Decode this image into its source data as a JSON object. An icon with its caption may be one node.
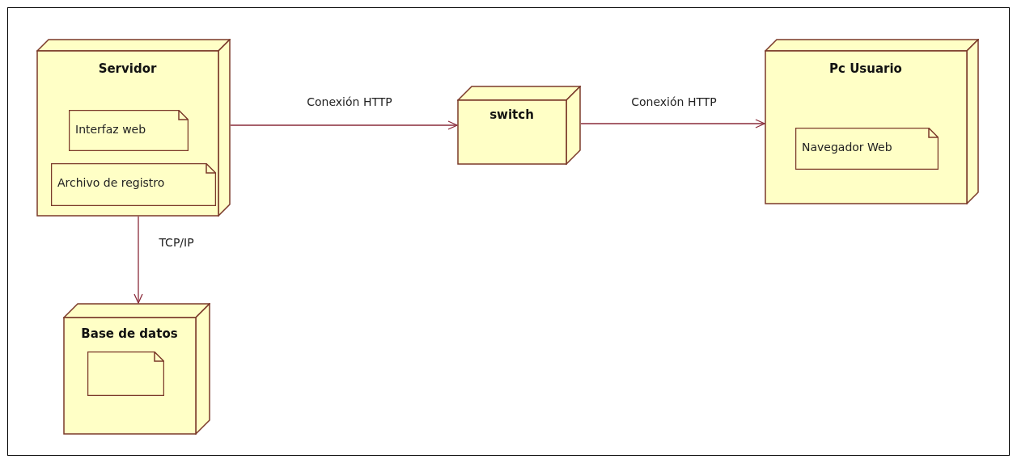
{
  "diagram": {
    "nodes": [
      {
        "text": [
          "Servidor"
        ]
      },
      {
        "text": [
          "Interfaz web"
        ],
        "in": 0
      },
      {
        "text": [
          "Archivo de registro"
        ],
        "in": 0
      },
      {
        "text": [
          "switch"
        ]
      },
      {
        "text": [
          "Pc Usuario"
        ]
      },
      {
        "text": [
          "Navegador Web"
        ],
        "in": 4
      },
      {
        "text": [
          "Base de datos"
        ]
      },
      {
        "text": [],
        "shape": "note",
        "in": 6
      }
    ],
    "edges": [
      {
        "from": 0,
        "to": 3,
        "arrow": "to",
        "label": "Conexión HTTP"
      },
      {
        "from": 3,
        "to": 4,
        "arrow": "to",
        "label": "Conexión HTTP"
      },
      {
        "from": 0,
        "to": 6,
        "arrow": "to",
        "label": "TCP/IP"
      }
    ]
  }
}
